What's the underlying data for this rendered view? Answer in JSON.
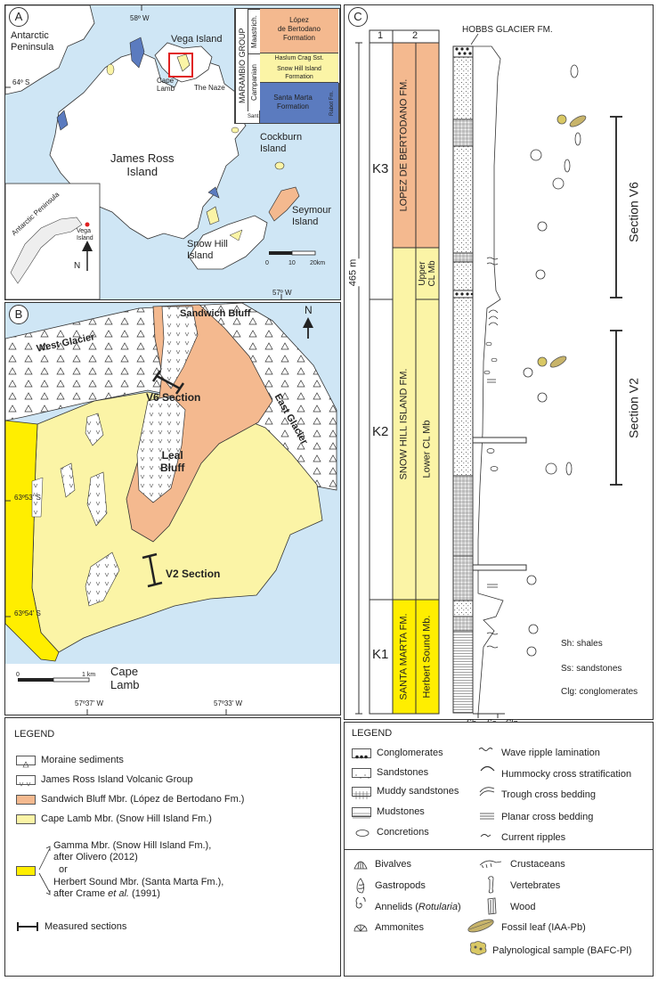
{
  "colors": {
    "sea": "#cfe6f5",
    "land": "#ffffff",
    "cape_lamb": "#fbf4a6",
    "sandwich_bluff": "#f4b98f",
    "gamma": "#ffee00",
    "santa_marta": "#5b7bbf",
    "moraine": "#ffffff"
  },
  "panel_a": {
    "label": "A",
    "places": {
      "antarctic_peninsula": "Antarctic\nPeninsula",
      "vega_island": "Vega Island",
      "cape_lamb": "Cape\nLamb",
      "the_naze": "The Naze",
      "james_ross": "James Ross\nIsland",
      "cockburn": "Cockburn\nIsland",
      "seymour": "Seymour\nIsland",
      "snow_hill": "Snow Hill\nIsland"
    },
    "coords": {
      "lon_top": "58º W",
      "lat_left": "64º S",
      "lon_bottom": "57º W"
    },
    "scale": {
      "zero": "0",
      "mid": "10",
      "end": "20km"
    },
    "inset": {
      "peninsula": "Antarctic Peninsula",
      "vega": "Vega\nIsland",
      "north": "N"
    },
    "stratigraphy": {
      "group": "MARAMBIO GROUP",
      "stages": [
        "Maastrich.",
        "Campanian",
        "Sant."
      ],
      "formations": [
        "López\nde Bertodano\nFormation",
        "Haslum Crag Sst.",
        "Snow Hill Island\nFormation",
        "Santa Marta\nFormation",
        "Rabot Fm."
      ]
    }
  },
  "panel_b": {
    "label": "B",
    "places": {
      "sandwich_bluff": "Sandwich Bluff",
      "west_glacier": "West Glacier",
      "east_glacier": "East Glacier",
      "leal_bluff": "Leal\nBluff",
      "cape_lamb": "Cape\nLamb"
    },
    "sections": {
      "v6": "V6 Section",
      "v2": "V2 Section"
    },
    "north": "N",
    "coords": {
      "lat1": "63º53' S",
      "lat2": "63º54' S",
      "lon1": "57º37' W",
      "lon2": "57º33' W"
    },
    "scale": {
      "zero": "0",
      "end": "1 km"
    }
  },
  "legend_b": {
    "title": "LEGEND",
    "items": [
      "Moraine sediments",
      "James Ross Island Volcanic Group",
      "Sandwich Bluff Mbr. (López de Bertodano Fm.)",
      "Cape Lamb Mbr. (Snow Hill Island Fm.)"
    ],
    "gamma": "Gamma Mbr. (Snow Hill Island Fm.),",
    "gamma_after": "after Olivero (2012)",
    "or": "or",
    "herbert": "Herbert Sound Mbr. (Santa Marta Fm.),",
    "herbert_after_prefix": "after Crame ",
    "herbert_after_etal": "et al.",
    "herbert_after_suffix": " (1991)",
    "measured": "Measured sections"
  },
  "panel_c": {
    "label": "C",
    "col_headers": [
      "1",
      "2"
    ],
    "units": [
      "K3",
      "K2",
      "K1"
    ],
    "formations": [
      "LOPEZ DE BERTODANO FM.",
      "SNOW HILL ISLAND FM.",
      "SANTA MARTA FM."
    ],
    "members": [
      "Upper\nCL Mb",
      "Lower CL Mb",
      "Herbert Sound Mb."
    ],
    "thickness": "465 m",
    "hobbs": "HOBBS GLACIER FM.",
    "sections": [
      "Section V6",
      "Section V2"
    ],
    "grain_axis": [
      "Sh",
      "Ss",
      "Clg"
    ],
    "grain_legend": [
      "Sh: shales",
      "Ss: sandstones",
      "Clg: conglomerates"
    ]
  },
  "legend_c": {
    "title": "LEGEND",
    "lith": [
      "Conglomerates",
      "Sandstones",
      "Muddy sandstones",
      "Mudstones",
      "Concretions"
    ],
    "struct": [
      "Wave ripple lamination",
      "Hummocky cross stratification",
      "Trough cross bedding",
      "Planar cross bedding",
      "Current ripples"
    ],
    "fossils_left": [
      "Bivalves",
      "Gastropods",
      "Annelids (",
      "Ammonites"
    ],
    "annelid_genus": "Rotularia",
    "annelid_close": ")",
    "fossils_right": [
      "Crustaceans",
      "Vertebrates",
      "Wood",
      "Fossil leaf (IAA-Pb)",
      "Palynological sample (BAFC-Pl)"
    ]
  }
}
